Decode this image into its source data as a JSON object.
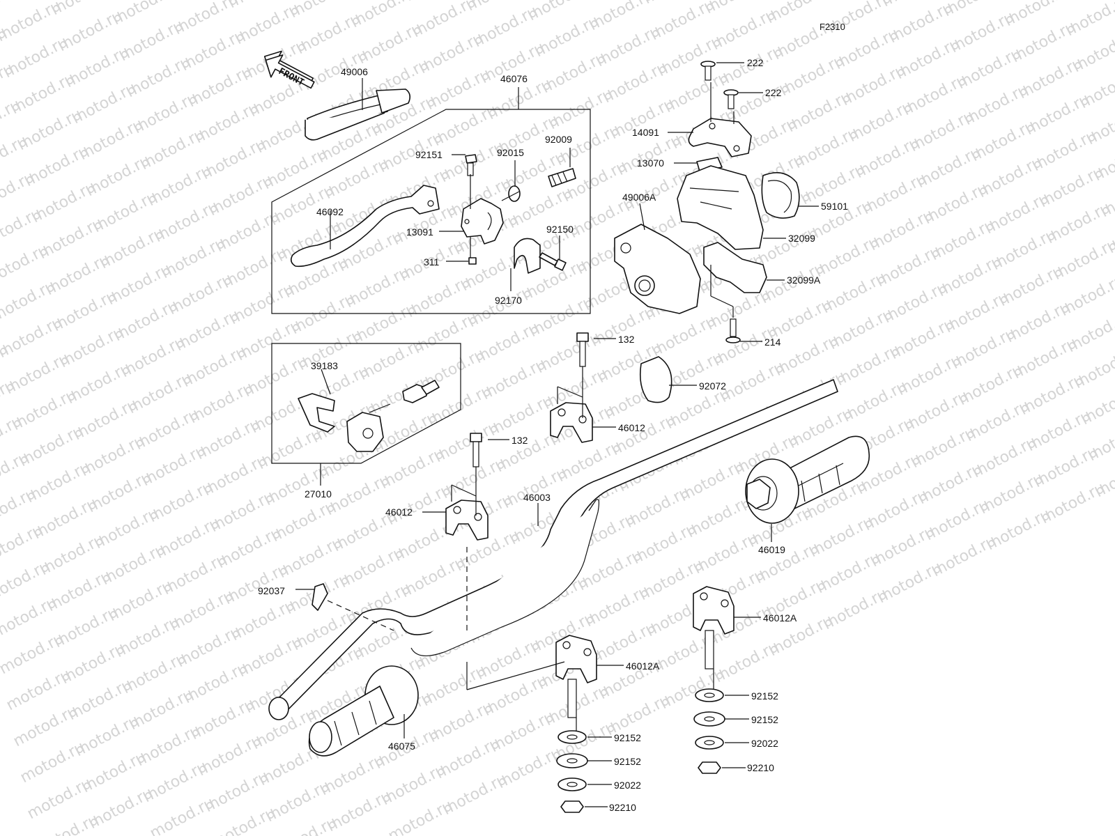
{
  "diagram_code": "F2310",
  "watermark_text": "motod.ru",
  "front_arrow_label": "FRONT",
  "labels": {
    "l49006": "49006",
    "l46076": "46076",
    "l92151": "92151",
    "l92015": "92015",
    "l92009": "92009",
    "l46092": "46092",
    "l13091": "13091",
    "l92150": "92150",
    "l311": "311",
    "l92170": "92170",
    "l222a": "222",
    "l222b": "222",
    "l14091": "14091",
    "l13070": "13070",
    "l49006A": "49006A",
    "l59101": "59101",
    "l32099": "32099",
    "l32099A": "32099A",
    "l214": "214",
    "l132a": "132",
    "l92072": "92072",
    "l39183": "39183",
    "l46012a": "46012",
    "l132b": "132",
    "l27010": "27010",
    "l46003": "46003",
    "l46012b": "46012",
    "l46019": "46019",
    "l92037": "92037",
    "l46012A_right": "46012A",
    "l46012A_left": "46012A",
    "l92152_r1": "92152",
    "l92152_r2": "92152",
    "l92022_r": "92022",
    "l92210_r": "92210",
    "l92152_l1": "92152",
    "l92152_l2": "92152",
    "l92022_l": "92022",
    "l92210_l": "92210",
    "l46075": "46075"
  }
}
